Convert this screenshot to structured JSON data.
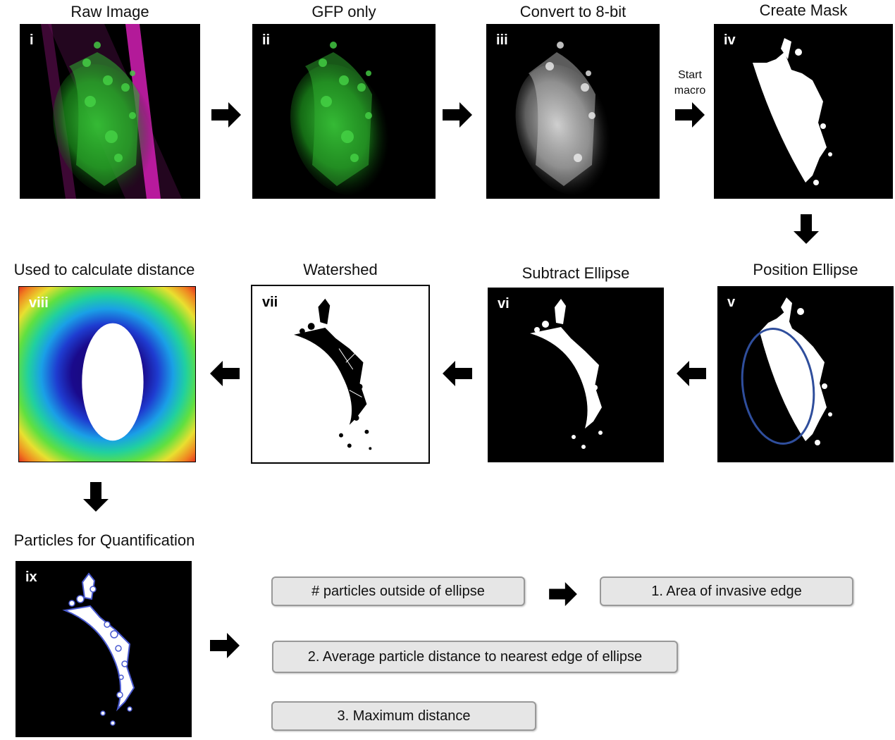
{
  "panels": [
    {
      "label": "i",
      "title": "Raw Image"
    },
    {
      "label": "ii",
      "title": "GFP only"
    },
    {
      "label": "iii",
      "title": "Convert to 8-bit"
    },
    {
      "label": "iv",
      "title": "Create Mask"
    },
    {
      "label": "v",
      "title": "Position Ellipse"
    },
    {
      "label": "vi",
      "title": "Subtract  Ellipse"
    },
    {
      "label": "vii",
      "title": "Watershed"
    },
    {
      "label": "viii",
      "title": "Used to calculate distance"
    },
    {
      "label": "ix",
      "title": "Particles for Quantification"
    }
  ],
  "macro_note": {
    "line1": "Start",
    "line2": "macro"
  },
  "outputs": {
    "count": "# particles outside of ellipse",
    "area": "1. Area of invasive edge",
    "avg_distance": "2. Average particle distance to nearest edge of ellipse",
    "max_distance": "3. Maximum distance"
  },
  "colors": {
    "gfp": "#3ecf3e",
    "membrane": "#d21fb4",
    "ellipse": "#2f4e9c",
    "box_fill": "#e6e6e6",
    "box_border": "#999999"
  }
}
